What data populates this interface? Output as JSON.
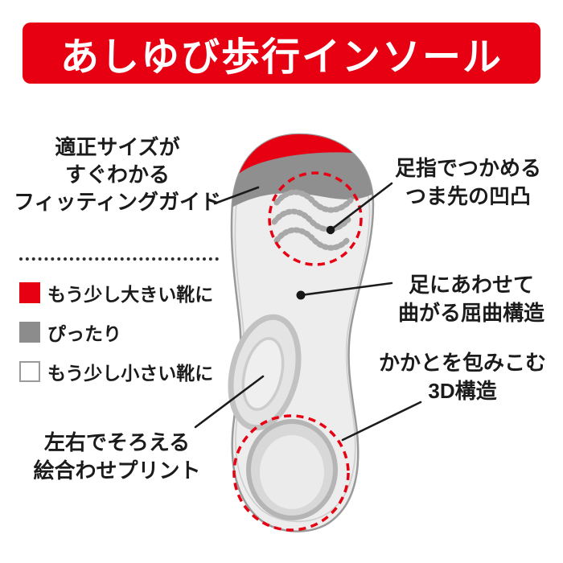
{
  "header": {
    "title": "あしゆび歩行インソール"
  },
  "annotations": {
    "fitting_guide": {
      "line1": "適正サイズが",
      "line2": "すぐわかる",
      "line3": "フィッティングガイド"
    },
    "toe_grip": {
      "line1": "足指でつかめる",
      "line2": "つま先の凹凸"
    },
    "flex": {
      "line1": "足にあわせて",
      "line2": "曲がる屈曲構造"
    },
    "heel": {
      "line1": "かかとを包みこむ",
      "line2": "3D構造"
    },
    "pairing_print": {
      "line1": "左右でそろえる",
      "line2": "絵合わせプリント"
    }
  },
  "legend": {
    "items": [
      {
        "label": "もう少し大きい靴に",
        "color": "#e60012"
      },
      {
        "label": "ぴったり",
        "color": "#8c8c8c"
      },
      {
        "label": "もう少し小さい靴に",
        "color": "#ffffff"
      }
    ]
  },
  "colors": {
    "red": "#e60012",
    "band_gray": "#8f8f8f",
    "insole_fill": "#ededed",
    "insole_outline": "#9a9a9a",
    "banner_text": "#ffffff",
    "text": "#1b1b1b"
  }
}
